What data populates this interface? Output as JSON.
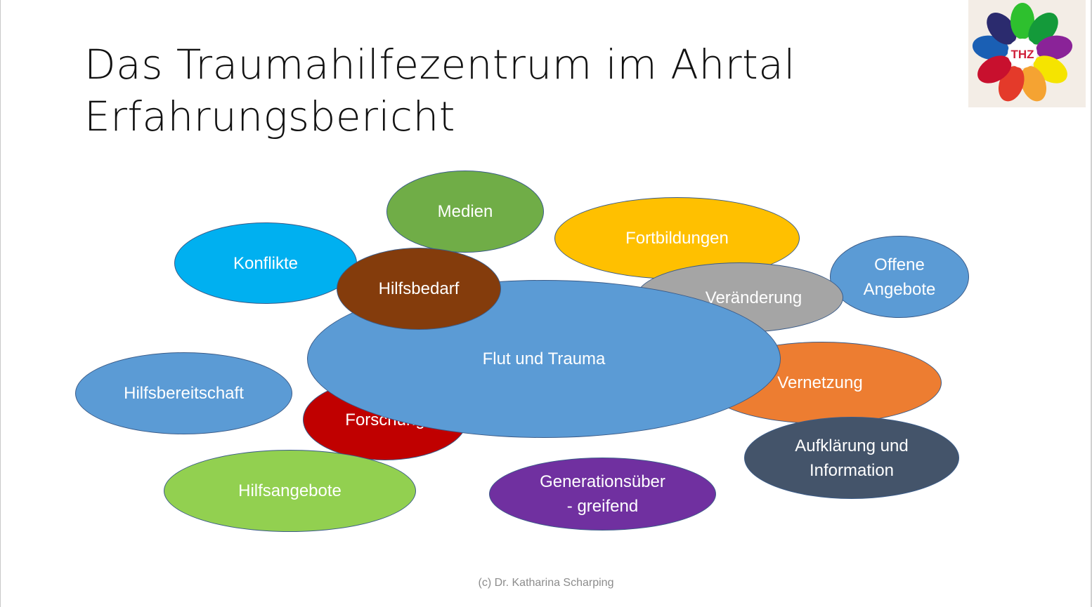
{
  "title": {
    "line1": "Das Traumahilfezentrum im Ahrtal",
    "line2": "Erfahrungsbericht"
  },
  "logo": {
    "text": "THZ",
    "petal_colors": [
      "#1a5fb4",
      "#2b2b6e",
      "#2ec02e",
      "#149a3a",
      "#8a2398",
      "#f5e400",
      "#f5a332",
      "#e43a2a",
      "#c8102e"
    ]
  },
  "bubbles": {
    "medien": "Medien",
    "konflikte": "Konflikte",
    "fortbildungen": "Fortbildungen",
    "offene_angebote_1": "Offene",
    "offene_angebote_2": "Angebote",
    "veraenderung": "Veränderung",
    "hilfsbedarf": "Hilfsbedarf",
    "flut_und_trauma": "Flut und Trauma",
    "hilfsbereitschaft": "Hilfsbereitschaft",
    "forschung": "Forschung",
    "vernetzung": "Vernetzung",
    "aufklaerung_1": "Aufklärung und",
    "aufklaerung_2": "Information",
    "hilfsangebote": "Hilfsangebote",
    "generationen_1": "Generationsüber",
    "generationen_2": "- greifend"
  },
  "colors": {
    "medien": "#70ad47",
    "konflikte": "#00b0f0",
    "fortbildungen": "#ffc000",
    "offene_angebote": "#5b9bd5",
    "veraenderung": "#a5a5a5",
    "hilfsbedarf": "#843c0c",
    "flut_und_trauma": "#5b9bd5",
    "hilfsbereitschaft": "#5b9bd5",
    "forschung": "#c00000",
    "vernetzung": "#ed7d31",
    "aufklaerung": "#44546a",
    "hilfsangebote": "#92d050",
    "generationen": "#7030a0"
  },
  "footer": "(c) Dr. Katharina Scharping"
}
